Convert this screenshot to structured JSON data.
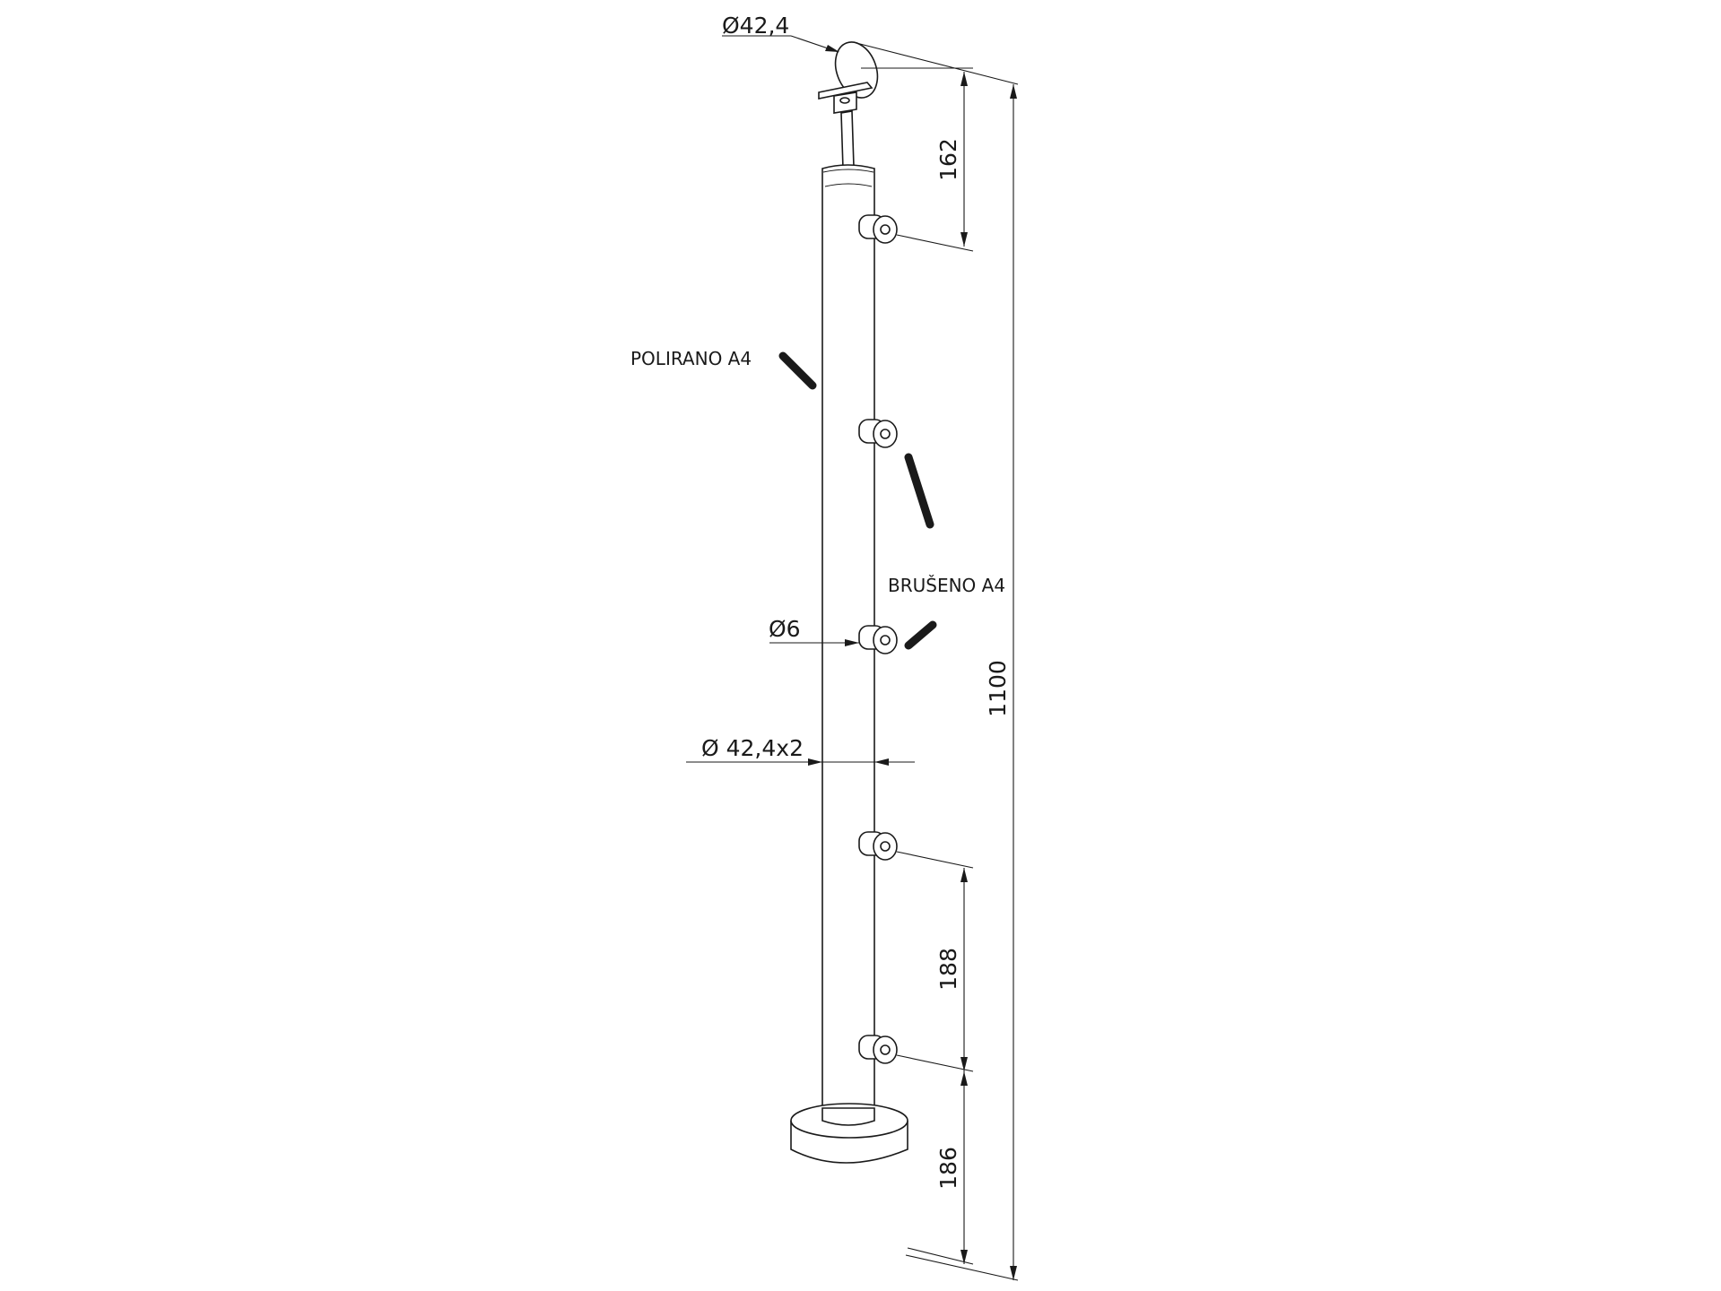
{
  "labels": {
    "top_diameter": "Ø42,4",
    "tube_diameter": "Ø 42,4x2",
    "wire_diameter": "Ø6",
    "finish_polished": "POLIRANO A4",
    "finish_brushed": "BRUŠENO A4"
  },
  "dimensions": {
    "top_offset": "162",
    "total_height": "1100",
    "spacing_middle": "188",
    "bottom_offset": "186"
  },
  "colors": {
    "line": "#1a1a1a",
    "background": "#ffffff"
  }
}
